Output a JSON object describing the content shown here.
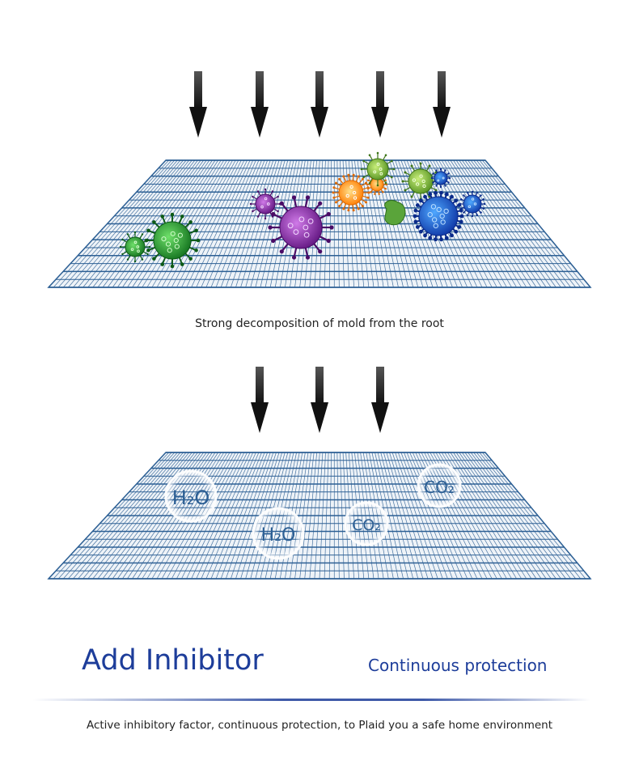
{
  "caption_top": "Strong decomposition of mold from the root",
  "headline": "Add Inhibitor",
  "tagline": "Continuous protection",
  "caption_bottom": "Active inhibitory factor, continuous protection, to Plaid you a safe home environment",
  "molecules": {
    "h2o_1": "H₂O",
    "h2o_2": "H₂O",
    "co2_1": "CO₂",
    "co2_2": "CO₂"
  },
  "colors": {
    "mesh": "#2c5f94",
    "arrow": "#1a1a1a",
    "accent": "#1d3d9a"
  }
}
